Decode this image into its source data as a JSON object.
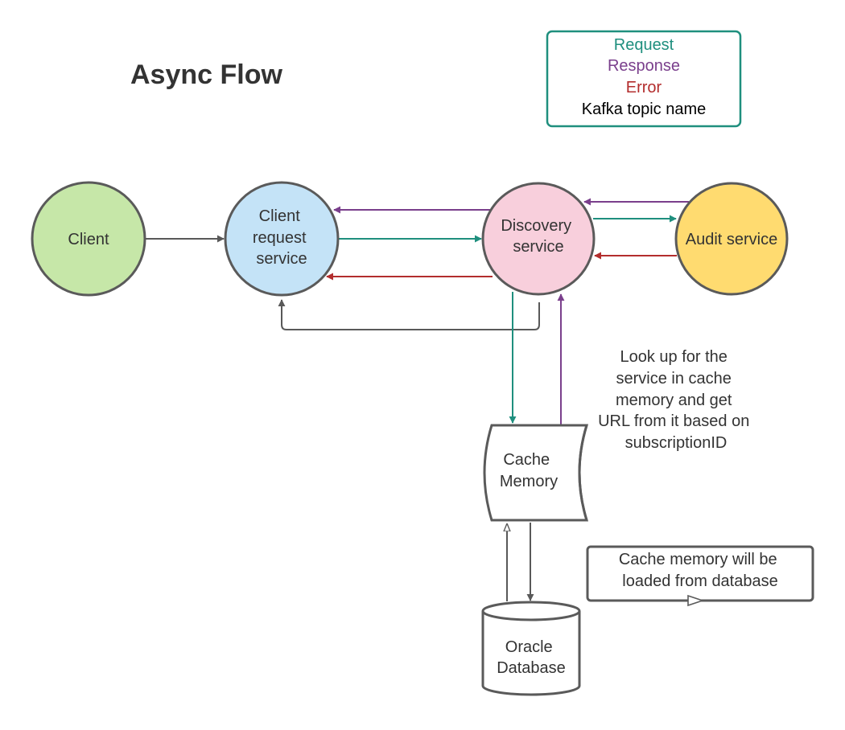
{
  "title": "Async Flow",
  "colors": {
    "request": "#1f8f7e",
    "response": "#7a3f8c",
    "error": "#b32d2d",
    "kafka": "#000000",
    "neutral": "#595959",
    "stroke": "#5a5a5a"
  },
  "legend": {
    "request": "Request",
    "response": "Response",
    "error": "Error",
    "kafka": "Kafka topic name"
  },
  "nodes": {
    "client": {
      "lines": [
        "Client"
      ],
      "fill": "#c6e7a8"
    },
    "client_request_service": {
      "lines": [
        "Client",
        "request",
        "service"
      ],
      "fill": "#c4e3f7"
    },
    "discovery_service": {
      "lines": [
        "Discovery",
        "service"
      ],
      "fill": "#f8cfdc"
    },
    "audit_service": {
      "lines": [
        "Audit service"
      ],
      "fill": "#ffdb70"
    },
    "cache_memory": {
      "lines": [
        "Cache",
        "Memory"
      ]
    },
    "oracle_database": {
      "lines": [
        "Oracle",
        "Database"
      ]
    }
  },
  "notes": {
    "lookup": [
      "Look up for the",
      "service in cache",
      "memory and get",
      "URL from it based on",
      "subscriptionID"
    ],
    "cache_loaded": [
      "Cache memory will be",
      "loaded from database"
    ]
  }
}
